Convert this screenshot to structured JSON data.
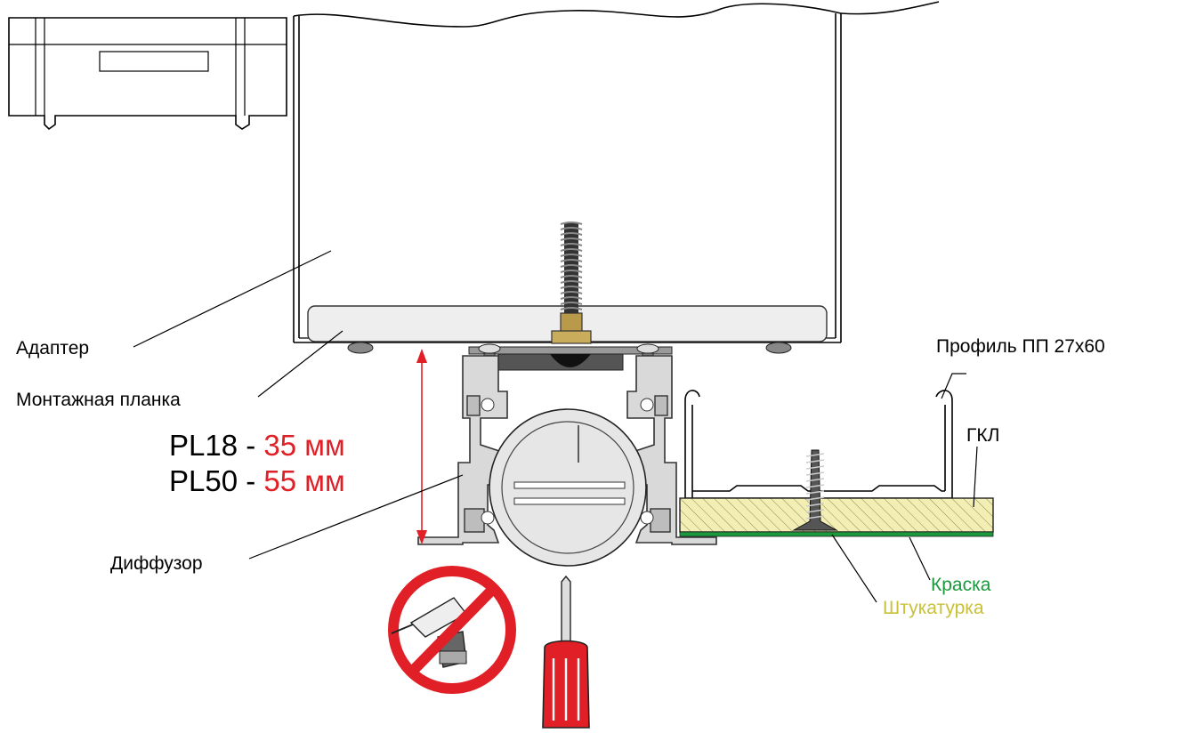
{
  "labels": {
    "adapter": "Адаптер",
    "mounting_plate": "Монтажная планка",
    "profile": "Профиль ПП 27х60",
    "gkl": "ГКЛ",
    "diffuser": "Диффузор",
    "paint": "Краска",
    "plaster": "Штукатурка"
  },
  "dimensions": {
    "row1_model": "PL18 - ",
    "row1_value": "35 мм",
    "row2_model": "PL50 - ",
    "row2_value": "55 мм"
  },
  "colors": {
    "dimension_red": "#e01f26",
    "paint_green": "#1a9a3c",
    "plaster_yellow": "#c9c13a",
    "prohibition_red": "#e01f26",
    "screwdriver_red": "#e01f26",
    "board_fill": "#f3efb4",
    "brass": "#b89a4a"
  },
  "icons": {
    "no_drill": "no-drill-icon",
    "screwdriver": "screwdriver-icon"
  }
}
